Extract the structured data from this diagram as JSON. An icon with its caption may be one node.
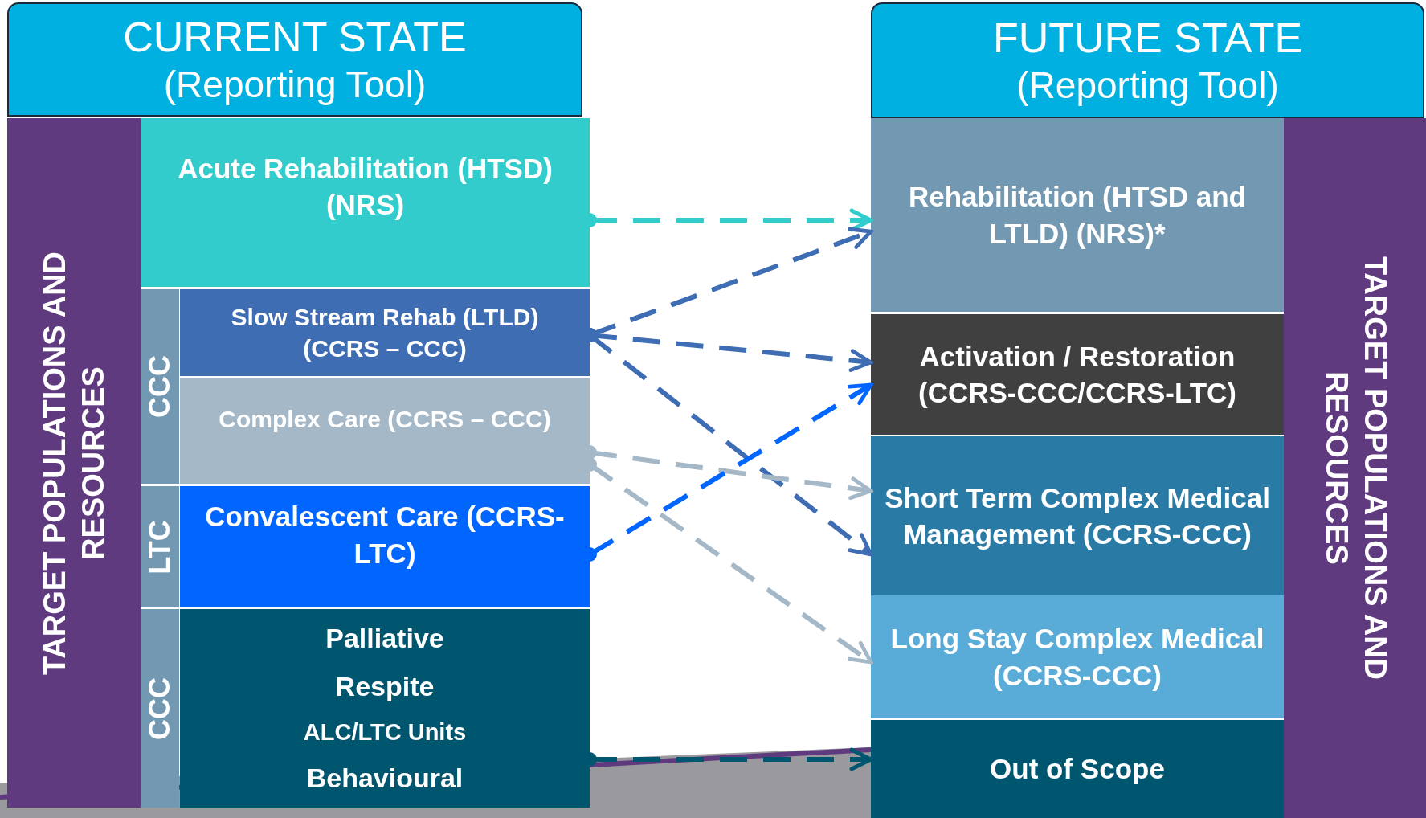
{
  "diagram": {
    "nodes": [
      {
        "text": [
          "CURRENT STATE",
          "(Reporting Tool)"
        ]
      },
      {
        "text": [
          "FUTURE STATE",
          "(Reporting Tool)"
        ]
      },
      {
        "text": [
          "TARGET POPULATIONS AND RESOURCES"
        ]
      },
      {
        "text": [
          "Acute Rehabilitation (HTSD) (NRS)"
        ]
      },
      {
        "text": [
          "CCC"
        ]
      },
      {
        "text": [
          "Slow Stream Rehab (LTLD) (CCRS – CCC)"
        ]
      },
      {
        "text": [
          "Complex Care (CCRS – CCC)"
        ]
      },
      {
        "text": [
          "LTC"
        ]
      },
      {
        "text": [
          "Convalescent Care (CCRS-LTC)"
        ]
      },
      {
        "text": [
          "CCC"
        ]
      },
      {
        "text": [
          "Palliative",
          "Respite",
          "ALC/LTC Units",
          "Behavioural"
        ]
      },
      {
        "text": [
          "Rehabilitation (HTSD and LTLD) (NRS)*"
        ]
      },
      {
        "text": [
          "Activation / Restoration (CCRS-CCC/CCRS-LTC)"
        ]
      },
      {
        "text": [
          "Short Term Complex Medical Management (CCRS-CCC)"
        ]
      },
      {
        "text": [
          "Long Stay Complex Medical (CCRS-CCC)"
        ]
      },
      {
        "text": [
          "Out of Scope"
        ]
      },
      {
        "text": [
          "TARGET POPULATIONS AND RESOURCES"
        ]
      }
    ],
    "edges": [
      {
        "from": 3,
        "to": 11,
        "arrow": "to",
        "style": "dashed",
        "color": "#33cccc"
      },
      {
        "from": 5,
        "to": 11,
        "arrow": "to",
        "style": "dashed",
        "color": "#3f6db4"
      },
      {
        "from": 5,
        "to": 12,
        "arrow": "to",
        "style": "dashed",
        "color": "#3f6db4"
      },
      {
        "from": 5,
        "to": 13,
        "arrow": "to",
        "style": "dashed",
        "color": "#3f6db4"
      },
      {
        "from": 6,
        "to": 13,
        "arrow": "to",
        "style": "dashed",
        "color": "#a5b8c8"
      },
      {
        "from": 6,
        "to": 14,
        "arrow": "to",
        "style": "dashed",
        "color": "#a5b8c8"
      },
      {
        "from": 8,
        "to": 12,
        "arrow": "to",
        "style": "dashed",
        "color": "#0066ff"
      },
      {
        "from": 10,
        "to": 15,
        "arrow": "to",
        "style": "dashed",
        "color": "#00566e"
      }
    ]
  }
}
